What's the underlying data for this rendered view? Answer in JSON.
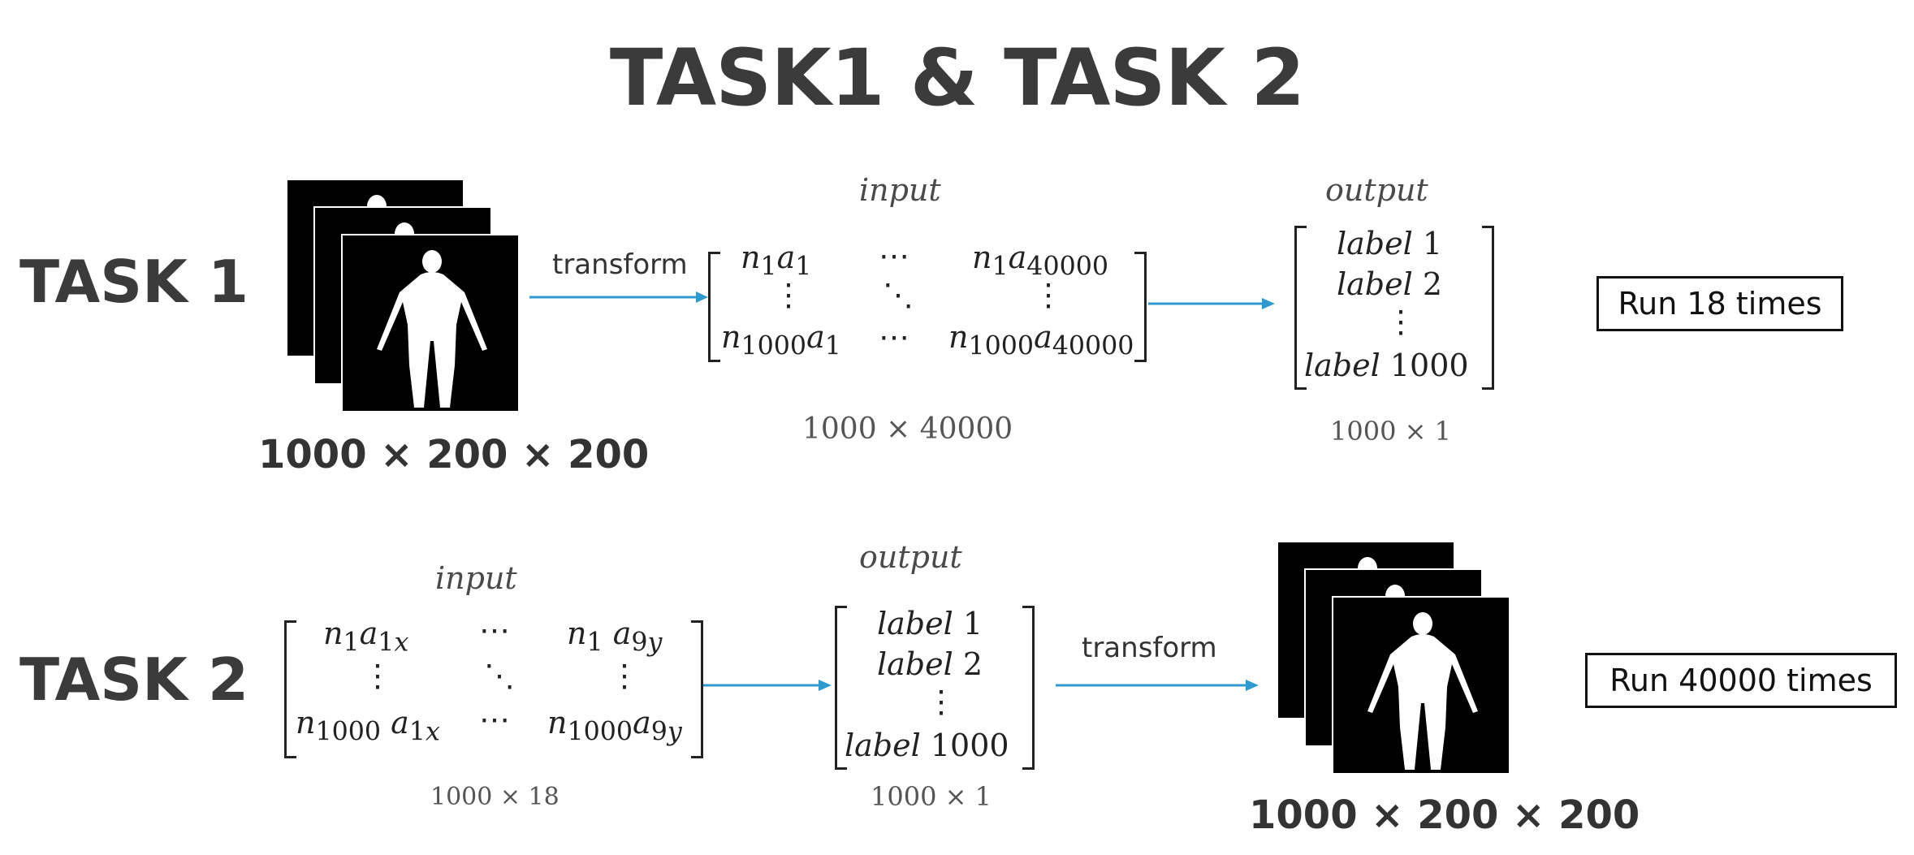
{
  "title": "TASK1 & TASK 2",
  "colors": {
    "arrow": "#2e9ad0",
    "title": "#3b3b3b"
  },
  "task1": {
    "label": "TASK 1",
    "image_dims": "1000 × 200 × 200",
    "transform_label": "transform",
    "input_caption": "input",
    "input_matrix": {
      "r1": [
        "n",
        "1",
        "a",
        "1",
        "⋯",
        "n",
        "1",
        "a",
        "40000"
      ],
      "dims": "1000  × 40000"
    },
    "output_caption": "output",
    "output_vector": [
      "label",
      "1",
      "label",
      "2",
      "label",
      "1000"
    ],
    "output_dims": "1000  × 1",
    "run": "Run 18 times"
  },
  "task2": {
    "label": "TASK 2",
    "image_dims": "1000 × 200 × 200",
    "transform_label": "transform",
    "input_caption": "input",
    "input_dims": "1000  × 18",
    "output_caption": "output",
    "output_dims": "1000  × 1",
    "run": "Run 40000 times"
  },
  "icons": [
    "human-silhouette-icon",
    "right-arrow-icon"
  ]
}
